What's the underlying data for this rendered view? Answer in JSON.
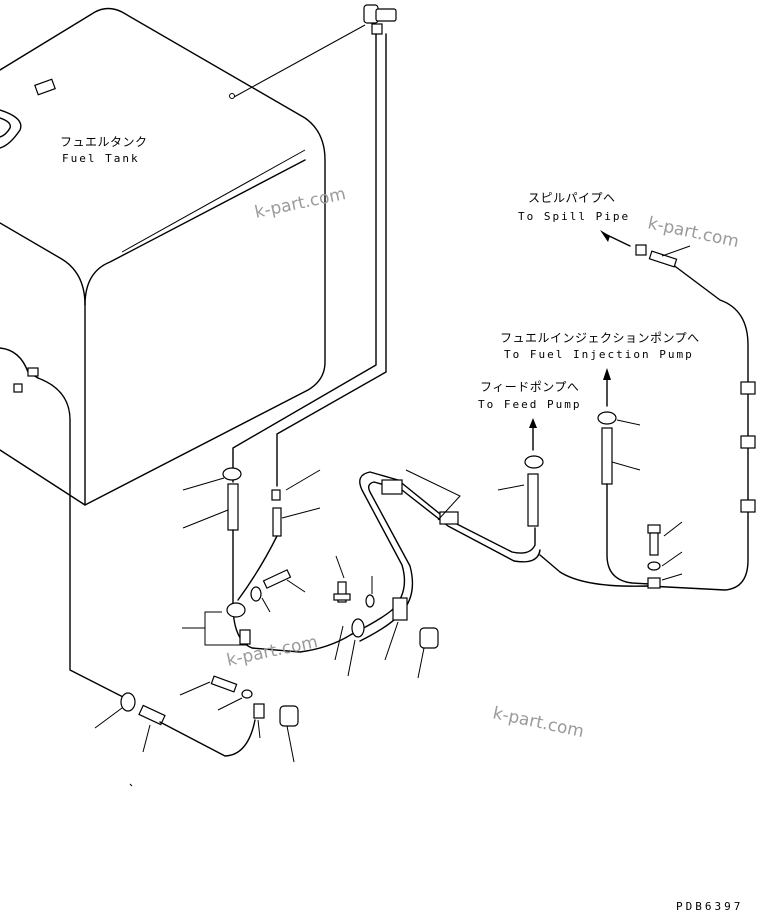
{
  "labels": {
    "fuel_tank_jp": "フュエルタンク",
    "fuel_tank_en": "Fuel Tank",
    "spill_pipe_jp": "スピルパイプヘ",
    "spill_pipe_en": "To Spill Pipe",
    "injection_pump_jp": "フュエルインジェクションポンプへ",
    "injection_pump_en": "To Fuel Injection Pump",
    "feed_pump_jp": "フィードポンプへ",
    "feed_pump_en": "To Feed Pump"
  },
  "watermarks": [
    "k-part.com",
    "k-part.com",
    "k-part.com",
    "k-part.com"
  ],
  "drawing_code": "PDB6397"
}
